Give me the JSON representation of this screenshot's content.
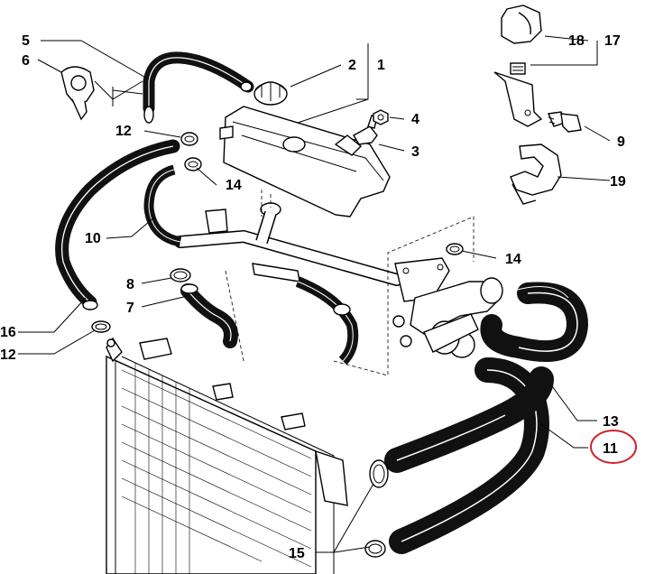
{
  "labels": [
    {
      "key": "l5",
      "text": "5"
    },
    {
      "key": "l6",
      "text": "6"
    },
    {
      "key": "l2",
      "text": "2"
    },
    {
      "key": "l1",
      "text": "1"
    },
    {
      "key": "l18",
      "text": "18"
    },
    {
      "key": "l17",
      "text": "17"
    },
    {
      "key": "l4",
      "text": "4"
    },
    {
      "key": "l12a",
      "text": "12"
    },
    {
      "key": "l3",
      "text": "3"
    },
    {
      "key": "l14a",
      "text": "14"
    },
    {
      "key": "l9",
      "text": "9"
    },
    {
      "key": "l19",
      "text": "19"
    },
    {
      "key": "l10",
      "text": "10"
    },
    {
      "key": "l14b",
      "text": "14"
    },
    {
      "key": "l8",
      "text": "8"
    },
    {
      "key": "l7",
      "text": "7"
    },
    {
      "key": "l16",
      "text": "16"
    },
    {
      "key": "l12b",
      "text": "12"
    },
    {
      "key": "l13",
      "text": "13"
    },
    {
      "key": "l11",
      "text": "11"
    },
    {
      "key": "l15",
      "text": "15"
    }
  ],
  "highlight": {
    "label": "11",
    "color": "#d21f2b"
  },
  "colors": {
    "ink": "#000000",
    "hose": "#111111",
    "paper": "#ffffff"
  }
}
